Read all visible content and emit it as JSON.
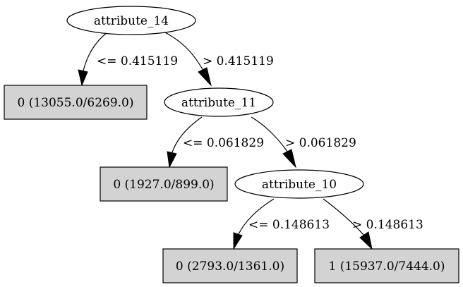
{
  "tree": {
    "nodes": {
      "n14": "attribute_14",
      "n11": "attribute_11",
      "n10": "attribute_10",
      "leaf1": "0 (13055.0/6269.0)",
      "leaf2": "0 (1927.0/899.0)",
      "leaf3": "0 (2793.0/1361.0)",
      "leaf4": "1 (15937.0/7444.0)"
    },
    "edges": {
      "e14_left": "<= 0.415119",
      "e14_right": "> 0.415119",
      "e11_left": "<= 0.061829",
      "e11_right": "> 0.061829",
      "e10_left": "<= 0.148613",
      "e10_right": "> 0.148613"
    }
  }
}
